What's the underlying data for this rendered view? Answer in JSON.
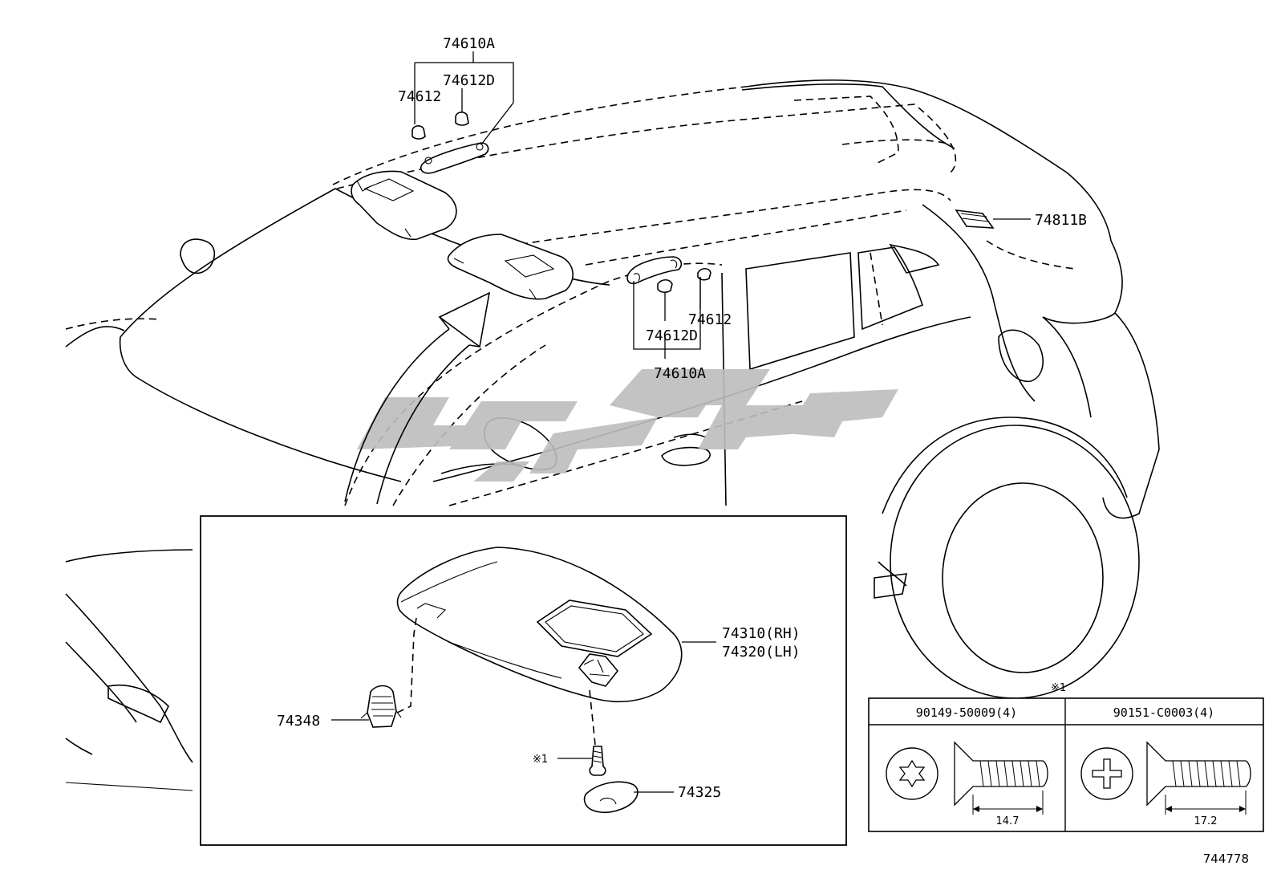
{
  "labels": {
    "assist_grip_front": "74610A",
    "cover_front_d": "74612D",
    "cover_front": "74612",
    "room_lamp": "74811B",
    "cover_rear": "74612",
    "cover_rear_d": "74612D",
    "assist_grip_rear": "74610A",
    "visor_rh": "74310(RH)",
    "visor_lh": "74320(LH)",
    "visor_holder": "74348",
    "screw_ref": "※1",
    "screw_cover": "74325"
  },
  "screw_table": {
    "ref_mark": "※1",
    "columns": [
      {
        "part_no": "90149-50009(4)",
        "length": "14.7",
        "head": "torx"
      },
      {
        "part_no": "90151-C0003(4)",
        "length": "17.2",
        "head": "phillips"
      }
    ]
  },
  "drawing_number": "744778",
  "colors": {
    "line": "#000000",
    "background": "#ffffff",
    "watermark": "#bdbdbd"
  }
}
